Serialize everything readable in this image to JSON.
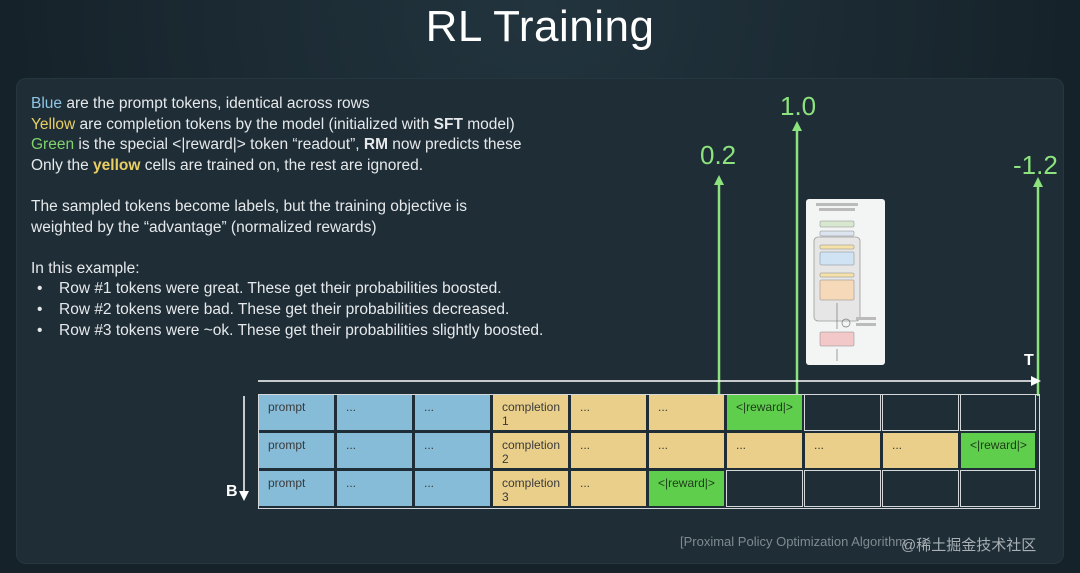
{
  "title": "RL Training",
  "text": {
    "line1_highlight": "Blue",
    "line1_rest": " are the prompt tokens, identical across rows",
    "line2_highlight": "Yellow",
    "line2_mid": " are completion tokens by the model (initialized with ",
    "line2_bold": "SFT",
    "line2_end": " model)",
    "line3_highlight": "Green",
    "line3_mid": " is the special <|reward|> token “readout”, ",
    "line3_bold": "RM",
    "line3_end": " now predicts these",
    "line4_start": "Only the ",
    "line4_highlight": "yellow",
    "line4_end": " cells are trained on, the rest are ignored.",
    "para2_line1": "The sampled tokens become labels, but the training objective is",
    "para2_line2": "weighted by the “advantage” (normalized rewards)",
    "example_intro": "In this example:",
    "bullets": [
      "Row #1 tokens were great. These get their probabilities boosted.",
      "Row #2 tokens were bad. These get their probabilities decreased.",
      "Row #3 tokens were ~ok. These get their probabilities slightly boosted."
    ],
    "bullet_glyph": "•"
  },
  "rewards": [
    "0.2",
    "1.0",
    "-1.2"
  ],
  "axes": {
    "time": "T",
    "batch": "B"
  },
  "grid": {
    "rows": [
      [
        {
          "label": "prompt",
          "kind": "blue"
        },
        {
          "label": "...",
          "kind": "blue"
        },
        {
          "label": "...",
          "kind": "blue"
        },
        {
          "label": "completion 1",
          "kind": "yellow"
        },
        {
          "label": "...",
          "kind": "yellow"
        },
        {
          "label": "...",
          "kind": "yellow"
        },
        {
          "label": "<|reward|>",
          "kind": "green"
        },
        {
          "label": "",
          "kind": "empty"
        },
        {
          "label": "",
          "kind": "empty"
        },
        {
          "label": "",
          "kind": "empty"
        }
      ],
      [
        {
          "label": "prompt",
          "kind": "blue"
        },
        {
          "label": "...",
          "kind": "blue"
        },
        {
          "label": "...",
          "kind": "blue"
        },
        {
          "label": "completion 2",
          "kind": "yellow"
        },
        {
          "label": "...",
          "kind": "yellow"
        },
        {
          "label": "...",
          "kind": "yellow"
        },
        {
          "label": "...",
          "kind": "yellow"
        },
        {
          "label": "...",
          "kind": "yellow"
        },
        {
          "label": "...",
          "kind": "yellow"
        },
        {
          "label": "<|reward|>",
          "kind": "green"
        }
      ],
      [
        {
          "label": "prompt",
          "kind": "blue"
        },
        {
          "label": "...",
          "kind": "blue"
        },
        {
          "label": "...",
          "kind": "blue"
        },
        {
          "label": "completion 3",
          "kind": "yellow"
        },
        {
          "label": "...",
          "kind": "yellow"
        },
        {
          "label": "<|reward|>",
          "kind": "green"
        },
        {
          "label": "",
          "kind": "empty"
        },
        {
          "label": "",
          "kind": "empty"
        },
        {
          "label": "",
          "kind": "empty"
        },
        {
          "label": "",
          "kind": "empty"
        }
      ]
    ]
  },
  "citation": "[Proximal Policy Optimization Algorithm",
  "watermark": "@稀土掘金技术社区",
  "colors": {
    "blue": "#86bcd8",
    "yellow": "#e9cf8a",
    "green": "#5fce4c",
    "arrow": "#8ce27d"
  }
}
